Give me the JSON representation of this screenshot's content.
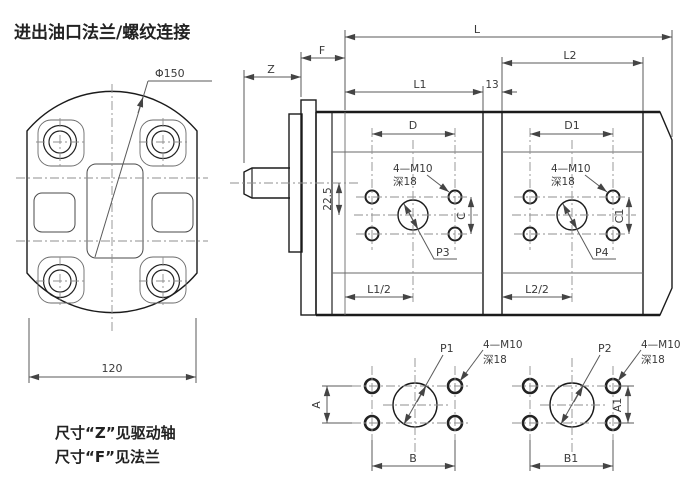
{
  "title": "进出油口法兰/螺纹连接",
  "front_view": {
    "diameter": "Φ150",
    "width": "120"
  },
  "side_view": {
    "dim_l": "L",
    "dim_f": "F",
    "dim_z": "Z",
    "dim_l1": "L1",
    "dim_l2": "L2",
    "dim_gap": "13",
    "dim_d": "D",
    "dim_d1": "D1",
    "dim_c": "C",
    "dim_c1": "C1",
    "dim_offset": "22.5",
    "dim_l1_half": "L1/2",
    "dim_l2_half": "L2/2",
    "thread": "4—M10",
    "thread_depth": "深18",
    "port3": "P3",
    "port4": "P4"
  },
  "bottom_left_view": {
    "port": "P1",
    "dim_a": "A",
    "dim_b": "B",
    "thread": "4—M10",
    "thread_depth": "深18"
  },
  "bottom_right_view": {
    "port": "P2",
    "dim_a1": "A1",
    "dim_b1": "B1",
    "thread": "4—M10",
    "thread_depth": "深18"
  },
  "notes": {
    "line1": "尺寸“Z”见驱动轴",
    "line2": "尺寸“F”见法兰"
  }
}
